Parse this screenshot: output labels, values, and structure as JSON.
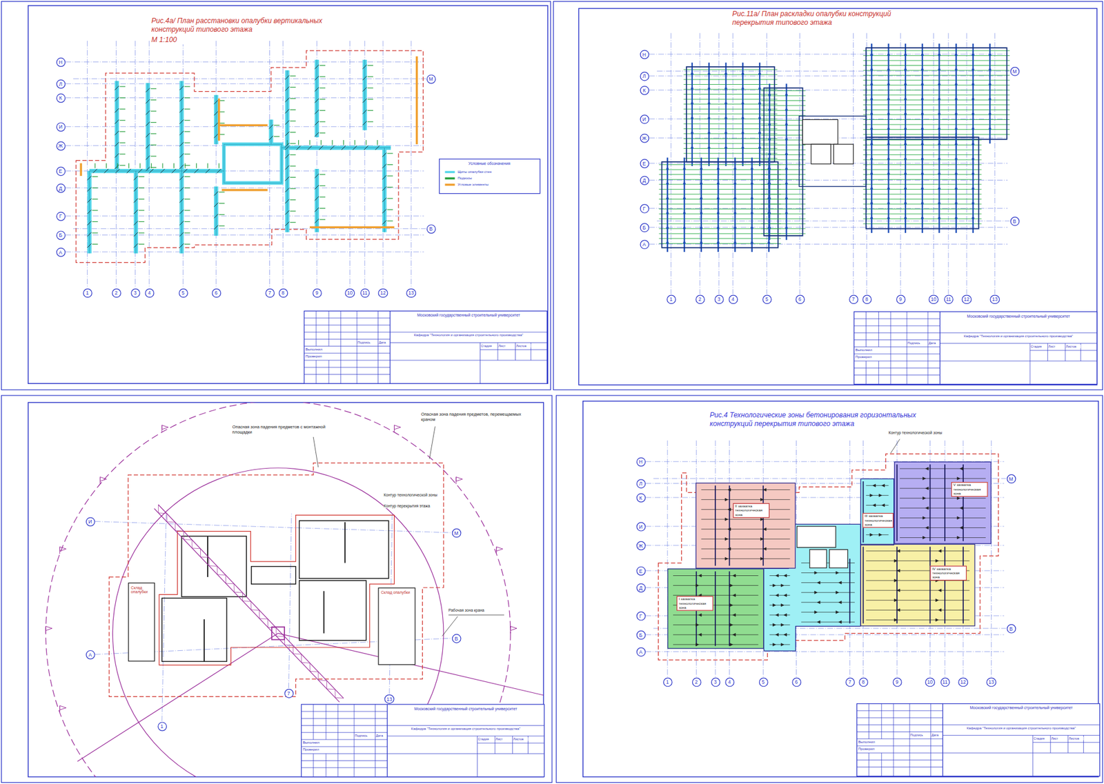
{
  "diagram": {
    "nodes": [
      {
        "text": [
          "Н"
        ]
      },
      {
        "text": [
          "Л"
        ]
      },
      {
        "text": [
          "К"
        ]
      },
      {
        "text": [
          "И"
        ]
      },
      {
        "text": [
          "Ж"
        ]
      },
      {
        "text": [
          "Е"
        ]
      },
      {
        "text": [
          "Д"
        ]
      },
      {
        "text": [
          "Г"
        ]
      },
      {
        "text": [
          "Б"
        ]
      },
      {
        "text": [
          "А"
        ]
      },
      {
        "text": [
          "М"
        ]
      },
      {
        "text": [
          "В"
        ]
      },
      {
        "text": [
          "1"
        ]
      },
      {
        "text": [
          "2"
        ]
      },
      {
        "text": [
          "3"
        ]
      },
      {
        "text": [
          "4"
        ]
      },
      {
        "text": [
          "5"
        ]
      },
      {
        "text": [
          "6"
        ]
      },
      {
        "text": [
          "7"
        ]
      },
      {
        "text": [
          "8"
        ]
      },
      {
        "text": [
          "9"
        ]
      },
      {
        "text": [
          "10"
        ]
      },
      {
        "text": [
          "11"
        ]
      },
      {
        "text": [
          "12"
        ]
      },
      {
        "text": [
          "13"
        ]
      },
      {
        "text": [
          "Н"
        ]
      },
      {
        "text": [
          "Л"
        ]
      },
      {
        "text": [
          "К"
        ]
      },
      {
        "text": [
          "И"
        ]
      },
      {
        "text": [
          "Ж"
        ]
      },
      {
        "text": [
          "Е"
        ]
      },
      {
        "text": [
          "Д"
        ]
      },
      {
        "text": [
          "Г"
        ]
      },
      {
        "text": [
          "Б"
        ]
      },
      {
        "text": [
          "А"
        ]
      },
      {
        "text": [
          "М"
        ]
      },
      {
        "text": [
          "В"
        ]
      },
      {
        "text": [
          "1"
        ]
      },
      {
        "text": [
          "2"
        ]
      },
      {
        "text": [
          "3"
        ]
      },
      {
        "text": [
          "4"
        ]
      },
      {
        "text": [
          "5"
        ]
      },
      {
        "text": [
          "6"
        ]
      },
      {
        "text": [
          "7"
        ]
      },
      {
        "text": [
          "8"
        ]
      },
      {
        "text": [
          "9"
        ]
      },
      {
        "text": [
          "10"
        ]
      },
      {
        "text": [
          "11"
        ]
      },
      {
        "text": [
          "12"
        ]
      },
      {
        "text": [
          "13"
        ]
      },
      {
        "text": [
          "И"
        ]
      },
      {
        "text": [
          "М"
        ]
      },
      {
        "text": [
          "А"
        ]
      },
      {
        "text": [
          "В"
        ]
      },
      {
        "text": [
          "1"
        ]
      },
      {
        "text": [
          "7"
        ]
      },
      {
        "text": [
          "13"
        ]
      },
      {
        "text": [
          "Склад опалубки"
        ]
      },
      {
        "text": [
          "Склад опалубки"
        ]
      },
      {
        "text": [
          "Н"
        ]
      },
      {
        "text": [
          "Л"
        ]
      },
      {
        "text": [
          "К"
        ]
      },
      {
        "text": [
          "И"
        ]
      },
      {
        "text": [
          "Ж"
        ]
      },
      {
        "text": [
          "Е"
        ]
      },
      {
        "text": [
          "Д"
        ]
      },
      {
        "text": [
          "Г"
        ]
      },
      {
        "text": [
          "Б"
        ]
      },
      {
        "text": [
          "А"
        ]
      },
      {
        "text": [
          "М"
        ]
      },
      {
        "text": [
          "В"
        ]
      },
      {
        "text": [
          "1"
        ]
      },
      {
        "text": [
          "2"
        ]
      },
      {
        "text": [
          "3"
        ]
      },
      {
        "text": [
          "4"
        ]
      },
      {
        "text": [
          "5"
        ]
      },
      {
        "text": [
          "6"
        ]
      },
      {
        "text": [
          "7"
        ]
      },
      {
        "text": [
          "8"
        ]
      },
      {
        "text": [
          "9"
        ]
      },
      {
        "text": [
          "10"
        ]
      },
      {
        "text": [
          "11"
        ]
      },
      {
        "text": [
          "12"
        ]
      },
      {
        "text": [
          "13"
        ]
      },
      {
        "text": [
          "II захватка технологическая зона"
        ]
      },
      {
        "text": [
          "III захватка технологическая зона"
        ]
      },
      {
        "text": [
          "V захватка технологическая зона"
        ]
      },
      {
        "text": [
          "IV захватка технологическая зона"
        ]
      },
      {
        "text": [
          "I захватка технологическая зона"
        ]
      }
    ],
    "labels": [
      "Рис.4а/ План расстановки опалубки вертикальных конструкций типового этажа",
      "М 1:100",
      "Условные обозначения",
      "Рис.11а/ План раскладки опалубки конструкций перекрытия типового этажа",
      "Опасная зона падения предметов с монтажной площадки",
      "Опасная зона падения предметов, перемещаемых краном",
      "Контур технологической зоны",
      "Контур перекрытия этажа",
      "Рабочая зона крана",
      "Рис.4 Технологические зоны бетонирования горизонтальных конструкций перекрытия типового этажа",
      "Контур технологической зоны",
      "Московский государственный строительный университет",
      "Кафедра \"Технология и организация строительного производства\"",
      "Стадия",
      "Лист",
      "Листов",
      "Выполнил",
      "Проверил",
      "Подпись",
      "Дата",
      "Московский государственный строительный университет",
      "Кафедра \"Технология и организация строительного производства\"",
      "Стадия",
      "Лист",
      "Листов",
      "Выполнил",
      "Проверил",
      "Подпись",
      "Дата",
      "Московский государственный строительный университет",
      "Кафедра \"Технология и организация строительного производства\"",
      "Стадия",
      "Лист",
      "Листов",
      "Выполнил",
      "Проверил",
      "Подпись",
      "Дата",
      "Московский государственный строительный университет",
      "Кафедра \"Технология и организация строительного производства\"",
      "Стадия",
      "Лист",
      "Листов",
      "Выполнил",
      "Проверил",
      "Подпись",
      "Дата"
    ],
    "legend": [
      {
        "text": "Щиты опалубки стен",
        "color": "#55d6ea"
      },
      {
        "text": "Подкосы",
        "color": "#2aa040"
      },
      {
        "text": "Угловые элементы",
        "color": "#f0a030"
      }
    ]
  }
}
